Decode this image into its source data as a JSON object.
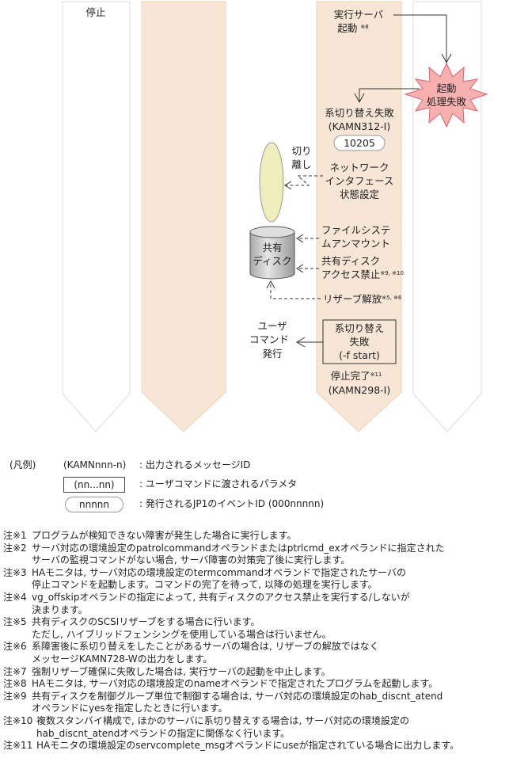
{
  "colors": {
    "lane_active": "#f7e6d6",
    "lane_active_border": "#efd2b6",
    "lane_inactive_border": "#dddddd",
    "failure_burst": "#f7b0b0",
    "failure_burst_border": "#e06070",
    "isolation_ellipse": "#eeeebb",
    "disk": "#c8c8c8"
  },
  "lanes": {
    "lane1_label": "停止"
  },
  "diagram": {
    "exec_start_line1": "実行サーバ",
    "exec_start_line2": "起動",
    "exec_start_note": "※8",
    "failure_line1": "起動",
    "failure_line2": "処理失敗",
    "switch_fail_title": "系切り替え失敗",
    "switch_fail_msg": "(KAMN312-I)",
    "switch_fail_event": "10205",
    "isolate_line1": "切り",
    "isolate_line2": "離し",
    "nic_line1": "ネットワーク",
    "nic_line2": "インタフェース",
    "nic_line3": "状態設定",
    "disk_line1": "共有",
    "disk_line2": "ディスク",
    "fs_line1": "ファイルシステ",
    "fs_line2": "ムアンマウント",
    "disk_block_line1": "共有ディスク",
    "disk_block_line2": "アクセス禁止",
    "disk_block_note": "※9, ※10",
    "reserve_release": "リザーブ解放",
    "reserve_note": "※5, ※6",
    "user_cmd_line1": "ユーザ",
    "user_cmd_line2": "コマンド",
    "user_cmd_line3": "発行",
    "param_line1": "系切り替え",
    "param_line2": "失敗",
    "param_line3": "(-f start)",
    "stop_done": "停止完了",
    "stop_done_note": "※11",
    "stop_done_msg": "(KAMN298-I)"
  },
  "legend": {
    "title": "(凡例)",
    "message_sample": "(KAMNnnn-n)",
    "message_desc": ": 出力されるメッセージID",
    "param_sample": "(nn...nn)",
    "param_desc": ": ユーザコマンドに渡されるパラメタ",
    "event_sample": "nnnnn",
    "event_desc": ": 発行されるJP1のイベントID (000nnnnn)"
  },
  "notes": [
    {
      "label": "注※1",
      "text": "プログラムが検知できない障害が発生した場合に実行します。"
    },
    {
      "label": "注※2",
      "text": "サーバ対応の環境設定のpatrolcommandオペランドまたはptrlcmd_exオペランドに指定された\nサーバの監視コマンドがない場合, サーバ障害の対策完了後に実行します。"
    },
    {
      "label": "注※3",
      "text": "HAモニタは, サーバ対応の環境設定のtermcommandオペランドで指定されたサーバの\n停止コマンドを起動します。コマンドの完了を待って, 以降の処理を実行します。"
    },
    {
      "label": "注※4",
      "text": "vg_offskipオペランドの指定によって, 共有ディスクのアクセス禁止を実行する/しないが\n決まります。"
    },
    {
      "label": "注※5",
      "text": "共有ディスクのSCSIリザーブをする場合に行います。\nただし, ハイブリッドフェンシングを使用している場合は行いません。"
    },
    {
      "label": "注※6",
      "text": "系障害後に系切り替えをしたことがあるサーバの場合は, リザーブの解放ではなく\nメッセージKAMN728-Wの出力をします。"
    },
    {
      "label": "注※7",
      "text": "強制リザーブ確保に失敗した場合は, 実行サーバの起動を中止します。"
    },
    {
      "label": "注※8",
      "text": "HAモニタは, サーバ対応の環境設定のnameオペランドで指定されたプログラムを起動します。"
    },
    {
      "label": "注※9",
      "text": "共有ディスクを制御グループ単位で制御する場合は, サーバ対応の環境設定のhab_discnt_atend\nオペランドにyesを指定したときに行います。"
    },
    {
      "label": "注※10",
      "text": "複数スタンバイ構成で, ほかのサーバに系切り替えする場合は, サーバ対応の環境設定の\nhab_discnt_atendオペランドの指定に関係なく行います。"
    },
    {
      "label": "注※11",
      "text": "HAモニタの環境設定のservcomplete_msgオペランドにuseが指定されている場合に出力します。"
    }
  ]
}
